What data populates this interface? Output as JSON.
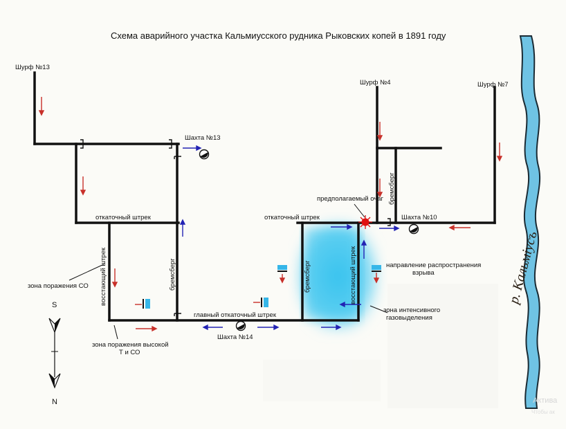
{
  "title": "Схема аварийного участка Кальмиусского рудника Рыковских копей в 1891 году",
  "labels": {
    "shurf13": "Шурф №13",
    "shurf4": "Шурф №4",
    "shurf7": "Шурф №7",
    "shakhta13": "Шахта №13",
    "shakhta10": "Шахта №10",
    "shakhta14": "Шахта №14",
    "otkatochny_left": "откаточный штрек",
    "otkatochny_right": "откаточный штрек",
    "glavny": "главный откаточный штрек",
    "vostayushchy_left": "восстающий штрек",
    "vostayushchy_right": "восстающий штрек",
    "bremsberg_left": "бремсберг",
    "bremsberg_mid": "бремсберг",
    "bremsberg_right": "бремсберг",
    "ochag": "предполагаемый очаг",
    "zona_co": "зона поражения СО",
    "zona_t_line1": "зона поражения высокой",
    "zona_t_line2": "Т и СО",
    "explosion_line1": "направление распространения",
    "explosion_line2": "взрыва",
    "gas_line1": "зона интенсивного",
    "gas_line2": "газовыделения",
    "river": "р. Кальміусъ",
    "compass_s": "S",
    "compass_n": "N",
    "watermark_1": "Актива",
    "watermark_2": "Чтобы ак"
  },
  "colors": {
    "mine_line": "#111111",
    "fire_arrow": "#c8302a",
    "air_arrow": "#2323b4",
    "gas_zone": "#36c6f0",
    "river": "#6fc3e4",
    "river_bank": "#1a2a33",
    "explosion": "#e01010"
  }
}
